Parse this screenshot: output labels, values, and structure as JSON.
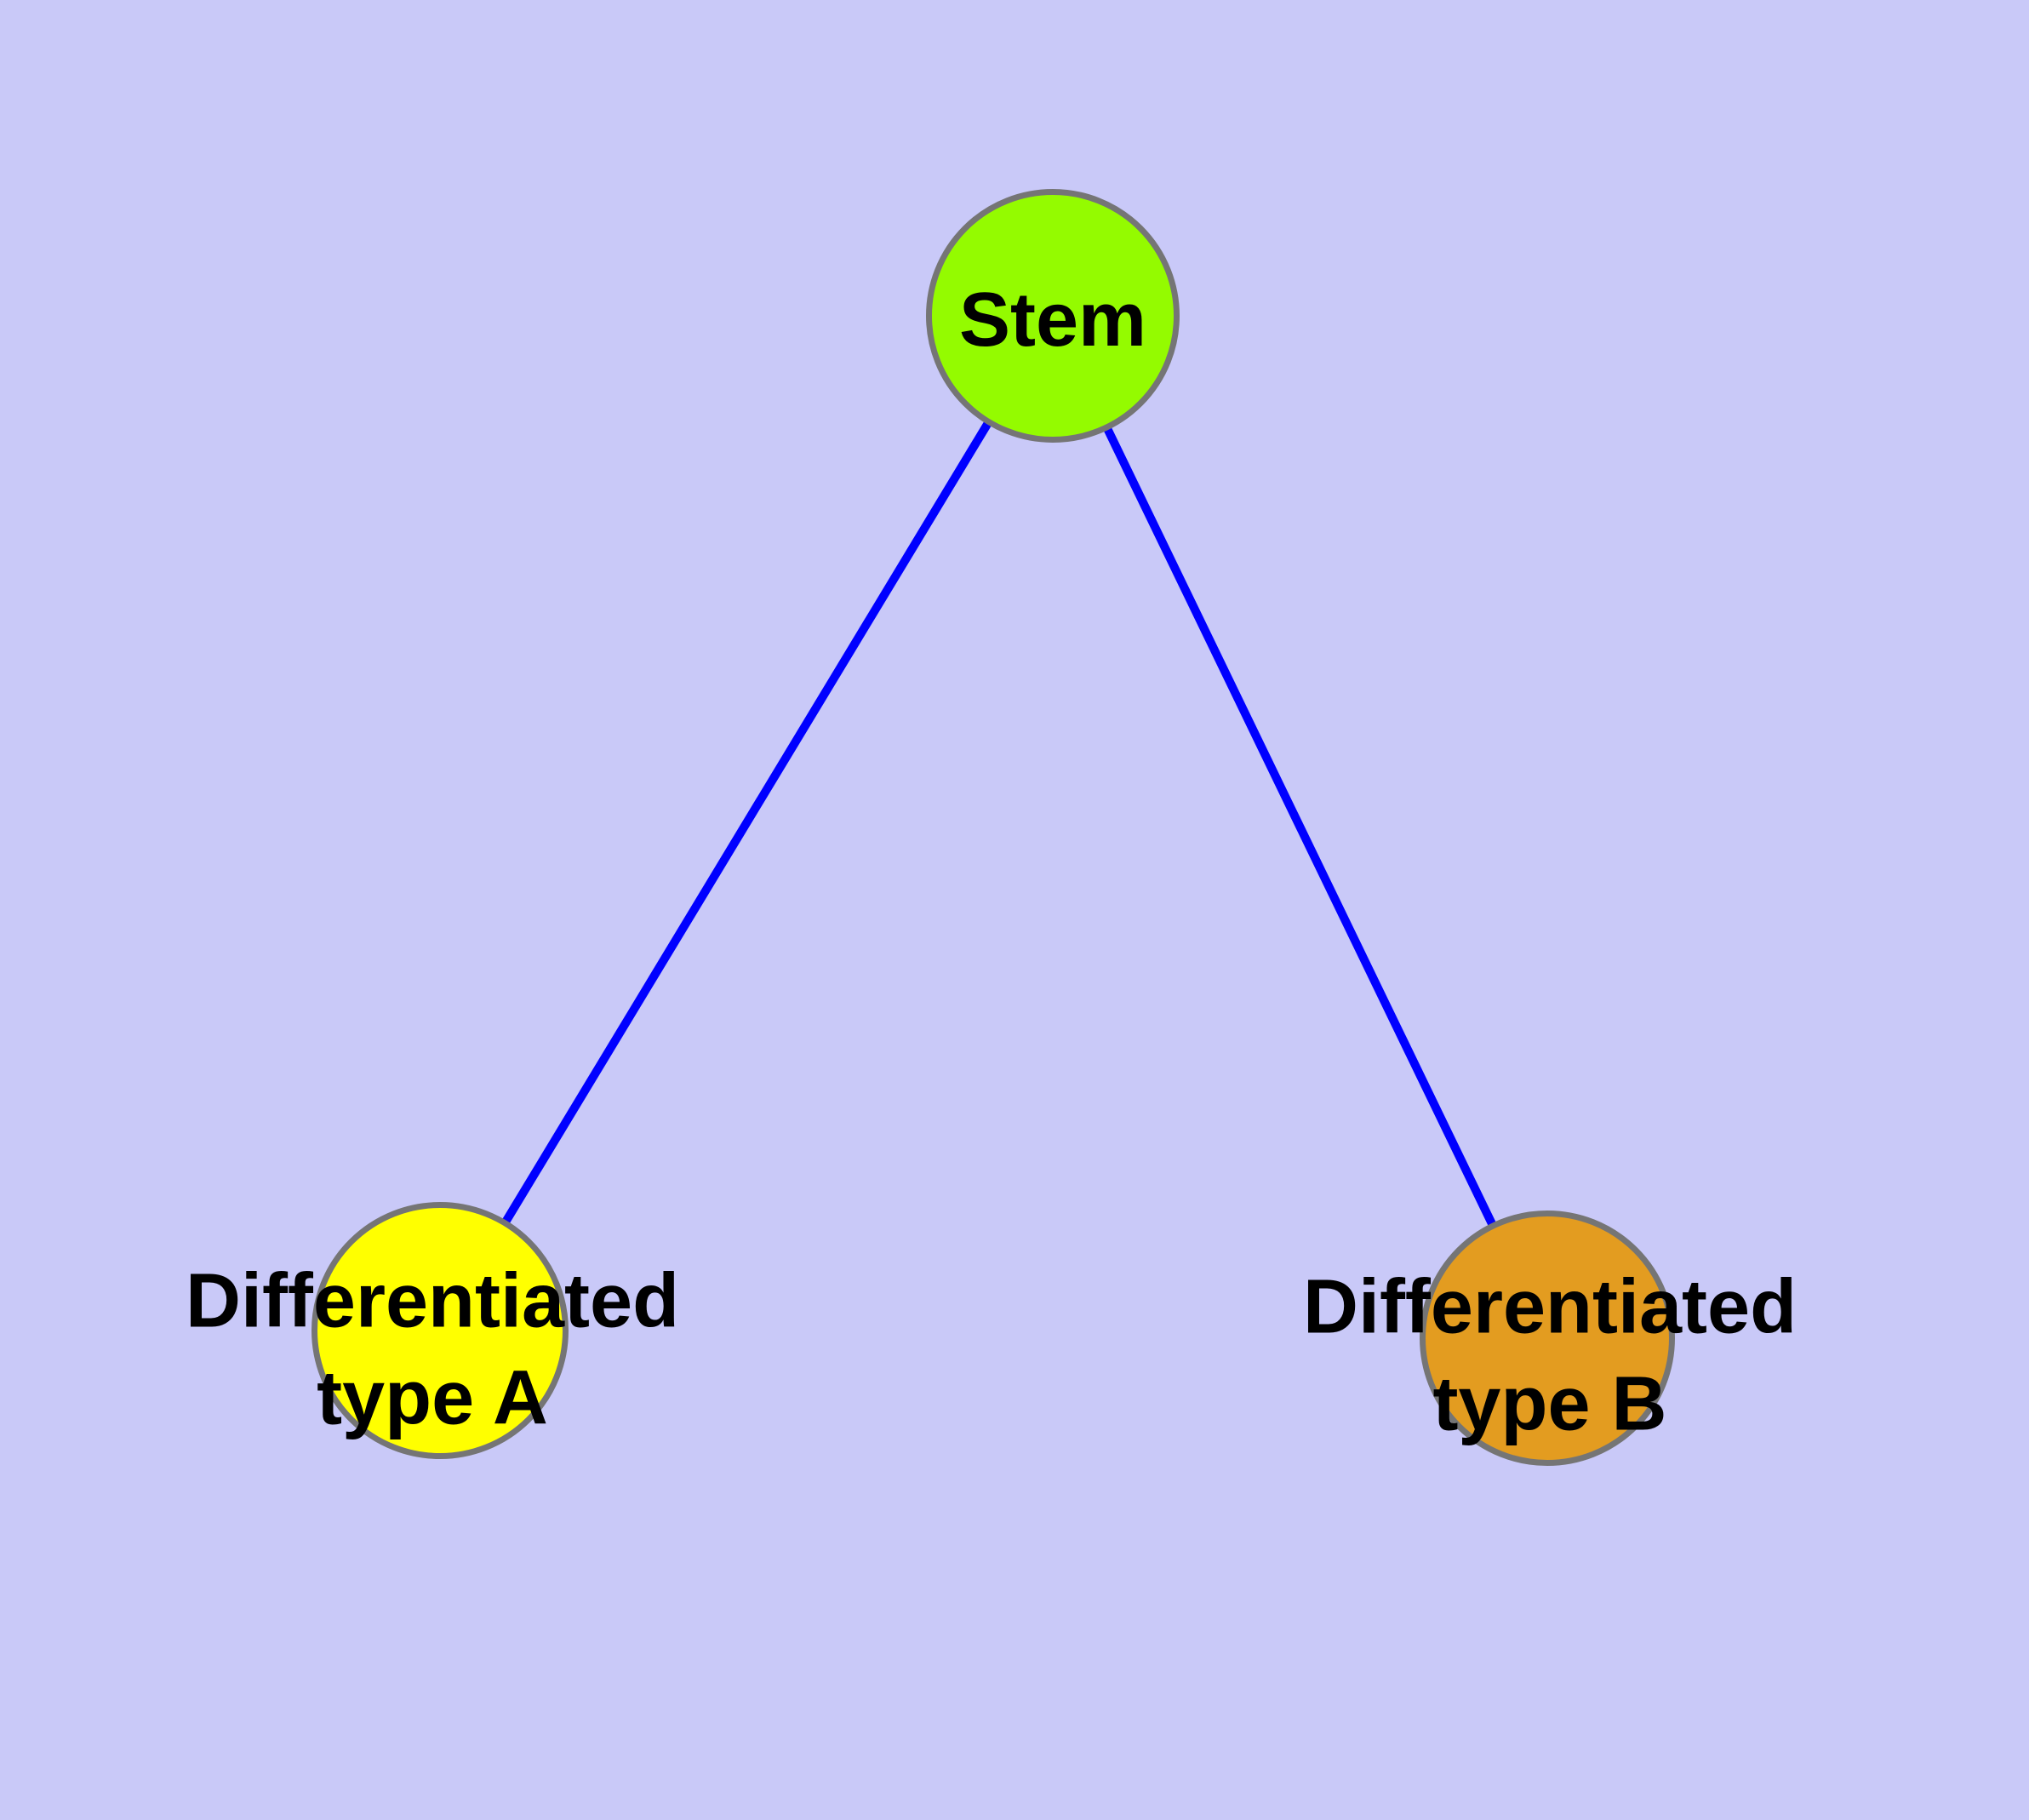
{
  "diagram": {
    "background_color": "#C9C9F8",
    "edge_color": "#0000FF",
    "node_border_color": "#757575",
    "label_color": "#000000",
    "nodes": [
      {
        "id": "stem",
        "label": "Stem",
        "fill_color": "#94FB00"
      },
      {
        "id": "differentiated-type-a",
        "label_line1": "Differentiated",
        "label_line2": "type A",
        "fill_color": "#FFFF00"
      },
      {
        "id": "differentiated-type-b",
        "label_line1": "Differentiated",
        "label_line2": "type B",
        "fill_color": "#E39C20"
      }
    ],
    "edges": [
      {
        "from": "Stem",
        "to": "Differentiated type A"
      },
      {
        "from": "Stem",
        "to": "Differentiated type B"
      }
    ]
  }
}
